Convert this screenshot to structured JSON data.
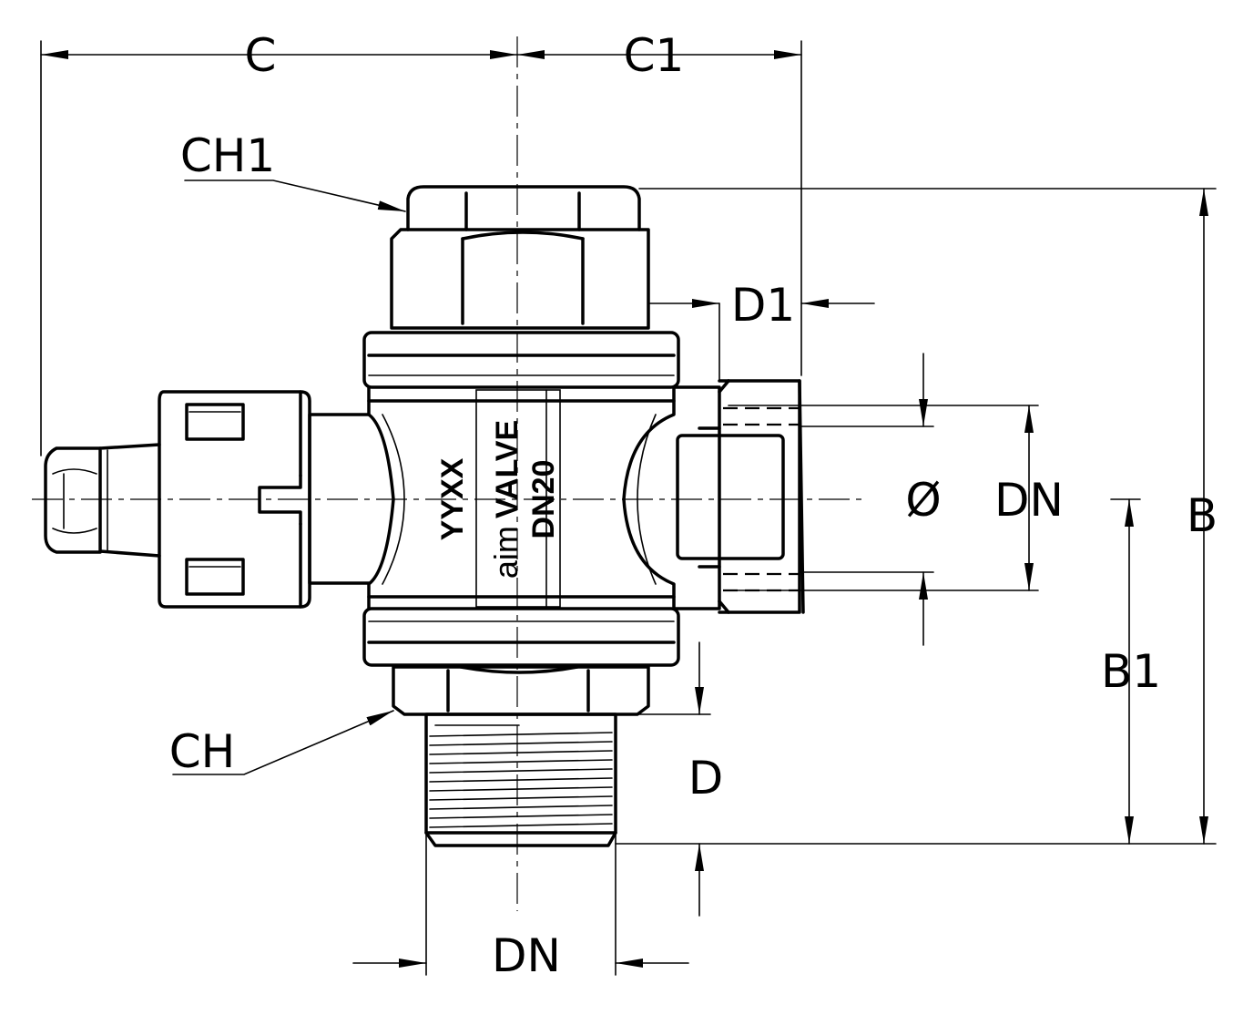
{
  "labels": {
    "c": "C",
    "c1": "C1",
    "ch1": "CH1",
    "d1": "D1",
    "dn_right": "DN",
    "diameter": "Ø",
    "b": "B",
    "b1": "B1",
    "ch": "CH",
    "d": "D",
    "dn_bottom": "DN"
  },
  "marking": {
    "code": "YYXX",
    "brand": "aim",
    "product": "VALVE",
    "size": "DN20"
  }
}
